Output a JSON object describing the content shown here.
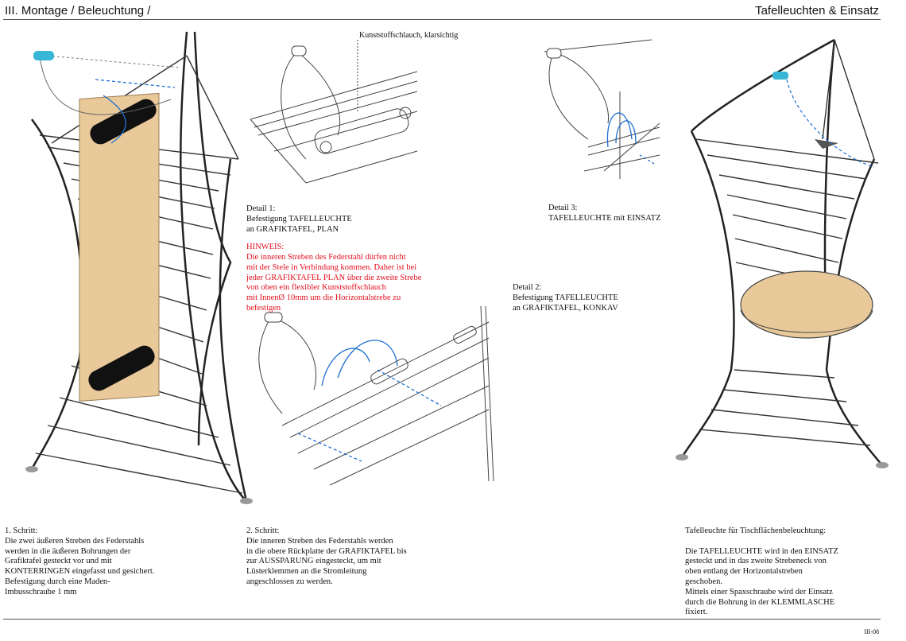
{
  "header": {
    "left_title": "III. Montage / Beleuchtung /",
    "right_title": "Tafelleuchten & Einsatz"
  },
  "labels": {
    "hose": "Kunststoffschlauch, klarsichtig"
  },
  "details": {
    "detail1": "Detail 1:\nBefestigung TAFELLEUCHTE\nan GRAFIKTAFEL, PLAN",
    "detail2": "Detail 2:\nBefestigung TAFELLEUCHTE\nan GRAFIKTAFEL, KONKAV",
    "detail3": "Detail 3:\nTAFELLEUCHTE mit EINSATZ"
  },
  "note": {
    "title": "HINWEIS:",
    "body": "Die inneren Streben des Federstahl dürfen nicht\nmit der Stele in Verbindung kommen. Daher ist bei\njeder GRAFIKTAFEL PLAN über die zweite Strebe\nvon oben ein flexibler Kunststoffschlauch\nmit InnenØ 10mm um die Horizontalstrebe zu\nbefestigen"
  },
  "steps": {
    "step1": "1. Schritt:\nDie zwei äußeren Streben des Federstahls\nwerden in die äußeren Bohrungen der\nGrafiktafel gesteckt vor und mit\nKONTERRINGEN eingefasst und gesichert.\nBefestigung durch eine Maden-\nImbusschraube 1 mm",
    "step2": "2. Schritt:\nDie inneren Streben des Federstahls werden\nin die obere Rückplatte der GRAFIKTAFEL bis\nzur AUSSPARUNG eingesteckt, um mit\nLüsterklemmen an die Stromleitung\nangeschlossen zu werden.",
    "step3": "Tafelleuchte für Tischflächenbeleuchtung:\n\nDie TAFELLEUCHTE wird in den EINSATZ\ngesteckt und in das zweite Strebeneck von\noben entlang der Horizontalstreben\ngeschoben.\nMittels einer Spaxschraube wird der Einsatz\ndurch die Bohrung in der KLEMMLASCHE\nfixiert."
  },
  "footer": {
    "page_number": "III-08"
  },
  "colors": {
    "panel": "#e9c99a",
    "accent_blue": "#1f6fd1",
    "cyan": "#38b6d8",
    "note_red": "#e0101e"
  }
}
